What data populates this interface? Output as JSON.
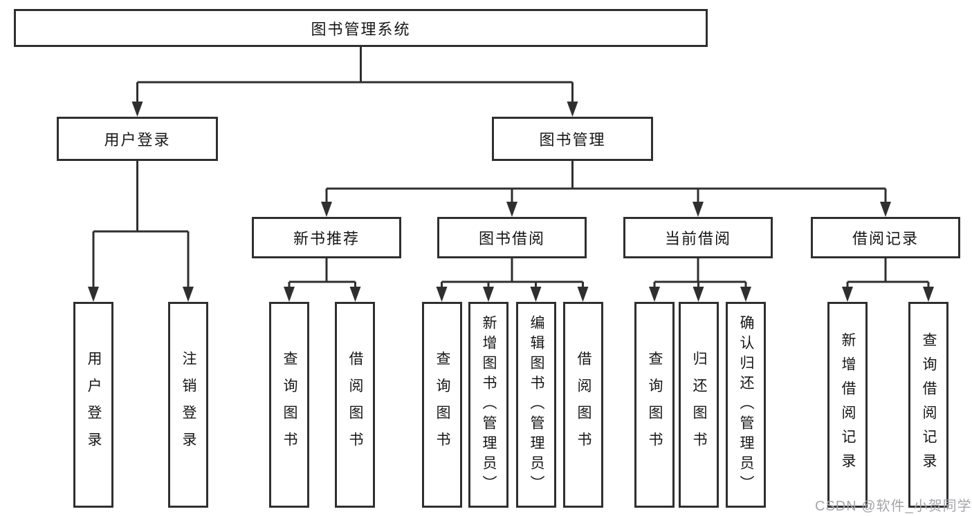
{
  "watermark": "CSDN @软件_小贺同学",
  "tree": {
    "label": "图书管理系统",
    "children": [
      {
        "label": "用户登录",
        "children": [
          {
            "label": "用户登录"
          },
          {
            "label": "注销登录"
          }
        ]
      },
      {
        "label": "图书管理",
        "children": [
          {
            "label": "新书推荐",
            "children": [
              {
                "label": "查询图书"
              },
              {
                "label": "借阅图书"
              }
            ]
          },
          {
            "label": "图书借阅",
            "children": [
              {
                "label": "查询图书"
              },
              {
                "label": "新增图书（管理员）"
              },
              {
                "label": "编辑图书（管理员）"
              },
              {
                "label": "借阅图书"
              }
            ]
          },
          {
            "label": "当前借阅",
            "children": [
              {
                "label": "查询图书"
              },
              {
                "label": "归还图书"
              },
              {
                "label": "确认归还（管理员）"
              }
            ]
          },
          {
            "label": "借阅记录",
            "children": [
              {
                "label": "新增借阅记录"
              },
              {
                "label": "查询借阅记录"
              }
            ]
          }
        ]
      }
    ]
  },
  "colors": {
    "line": "#2f2f2f",
    "box_border": "#2f2f2f",
    "text": "#161616",
    "watermark": "#a5a5aa",
    "background": "#ffffff"
  }
}
